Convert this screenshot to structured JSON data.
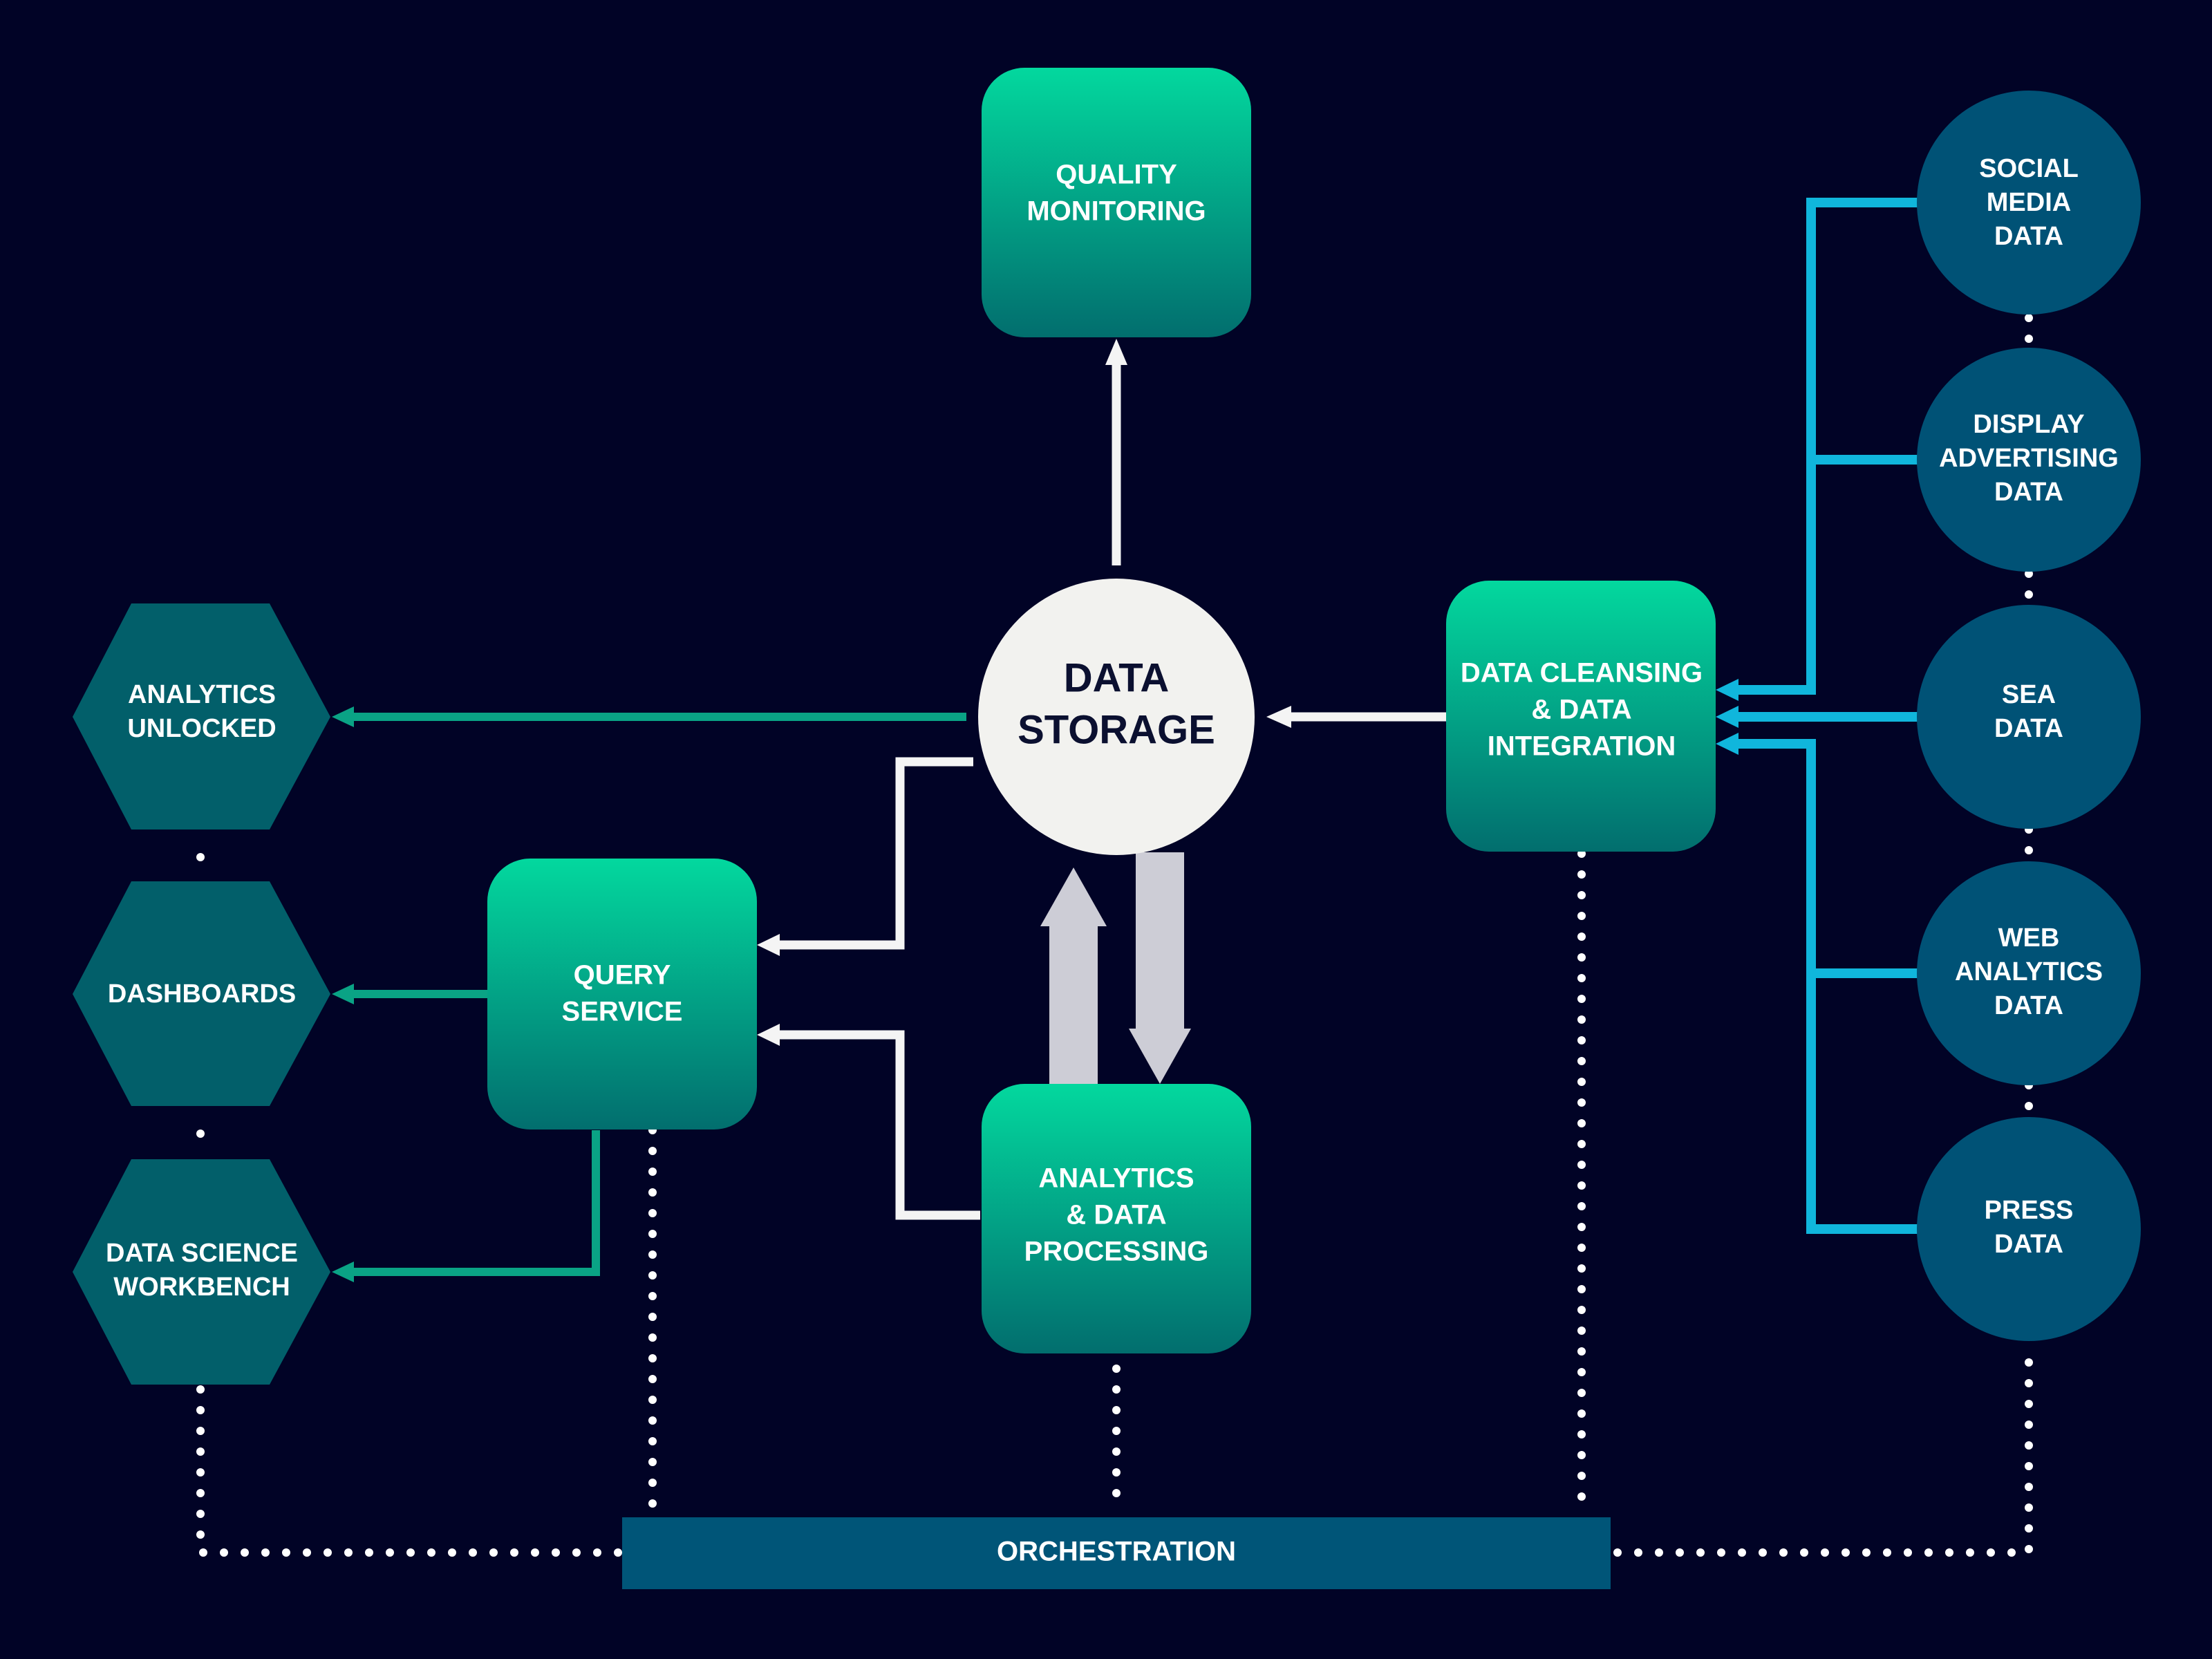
{
  "colors": {
    "background": "#010326",
    "process_box_top": "#03d89e",
    "process_box_bottom": "#026e6e",
    "source_circle": "#005276",
    "output_hexagon": "#025f6a",
    "storage_circle": "#f2f2ef",
    "cyan_connector": "#10b6dc",
    "green_connector": "#0aa385",
    "orchestration_bar": "#005578"
  },
  "nodes": {
    "quality_monitoring": [
      "QUALITY",
      "MONITORING"
    ],
    "data_storage": [
      "DATA",
      "STORAGE"
    ],
    "data_cleansing": [
      "DATA CLEANSING",
      "& DATA",
      "INTEGRATION"
    ],
    "query_service": [
      "QUERY",
      "SERVICE"
    ],
    "analytics_processing": [
      "ANALYTICS",
      "& DATA",
      "PROCESSING"
    ],
    "orchestration": "ORCHESTRATION"
  },
  "sources": [
    [
      "SOCIAL",
      "MEDIA",
      "DATA"
    ],
    [
      "DISPLAY",
      "ADVERTISING",
      "DATA"
    ],
    [
      "SEA",
      "DATA"
    ],
    [
      "WEB",
      "ANALYTICS",
      "DATA"
    ],
    [
      "PRESS",
      "DATA"
    ]
  ],
  "outputs": [
    [
      "ANALYTICS",
      "UNLOCKED"
    ],
    [
      "DASHBOARDS"
    ],
    [
      "DATA SCIENCE",
      "WORKBENCH"
    ]
  ]
}
